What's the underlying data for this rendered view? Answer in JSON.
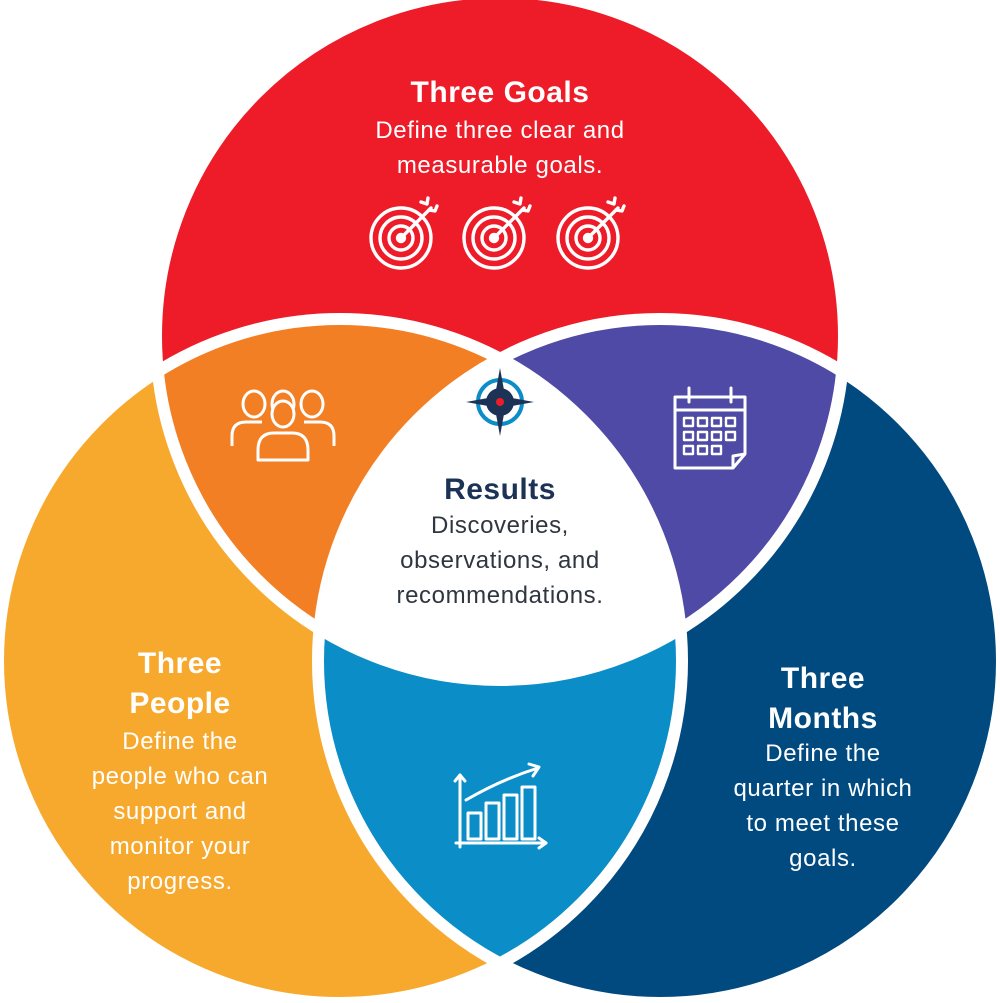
{
  "colors": {
    "goals_red": "#ed1c28",
    "people_yellow": "#f7a92e",
    "months_navy": "#004a80",
    "overlap_orange": "#f37f24",
    "overlap_purple": "#4e4aa6",
    "overlap_blue": "#0b8dc7",
    "center_white": "#ffffff",
    "results_title": "#1d3356"
  },
  "goals": {
    "title": "Three Goals",
    "description_lines": [
      "Define three clear and",
      "measurable goals."
    ],
    "icons": [
      "target-icon",
      "target-icon",
      "target-icon"
    ]
  },
  "people": {
    "title_lines": [
      "Three",
      "People"
    ],
    "description_lines": [
      "Define the",
      "people who can",
      "support and",
      "monitor your",
      "progress."
    ],
    "icon": "people-group-icon"
  },
  "months": {
    "title_lines": [
      "Three",
      "Months"
    ],
    "description_lines": [
      "Define the",
      "quarter in which",
      "to meet these",
      "goals."
    ],
    "icon": "calendar-icon"
  },
  "results": {
    "title": "Results",
    "description_lines": [
      "Discoveries,",
      "observations, and",
      "recommendations."
    ],
    "icon": "crosshair-icon"
  },
  "bottom_overlap": {
    "icon": "bar-chart-growth-icon"
  }
}
